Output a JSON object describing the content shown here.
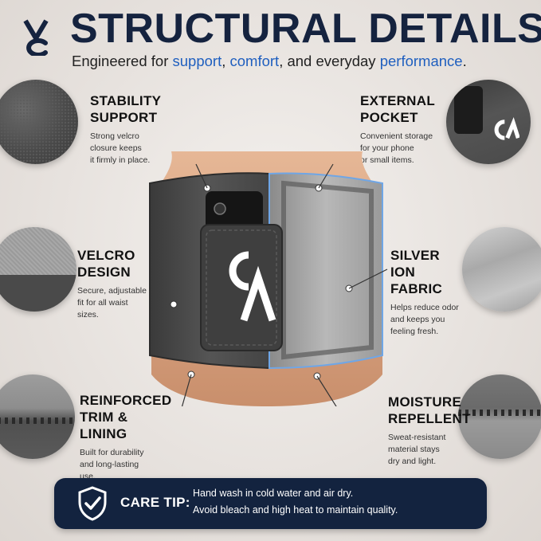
{
  "header": {
    "title": "STRUCTURAL DETAILS",
    "subtitle_parts": [
      "Engineered for ",
      "support",
      ", ",
      "comfort",
      ", and everyday ",
      "performance",
      "."
    ]
  },
  "brand": {
    "logo": "CA",
    "logo_icon": "ca-logo-icon"
  },
  "features": {
    "stability": {
      "title_1": "STABILITY",
      "title_2": "SUPPORT",
      "desc_1": "Strong velcro",
      "desc_2": "closure keeps",
      "desc_3": "it firmly in place."
    },
    "pocket": {
      "title_1": "EXTERNAL",
      "title_2": "POCKET",
      "desc_1": "Convenient storage",
      "desc_2": "for your phone",
      "desc_3": "or small items."
    },
    "velcro": {
      "title_1": "VELCRO",
      "title_2": "DESIGN",
      "desc_1": "Secure, adjustable",
      "desc_2": "fit for all waist",
      "desc_3": "sizes."
    },
    "silver": {
      "title_1": "SILVER ION",
      "title_2": "FABRIC",
      "desc_1": "Helps reduce odor",
      "desc_2": "and keeps you",
      "desc_3": "feeling fresh."
    },
    "trim": {
      "title_1": "REINFORCED",
      "title_2": "TRIM & LINING",
      "desc_1": "Built for durability",
      "desc_2": "and long-lasting",
      "desc_3": "use."
    },
    "moisture": {
      "title_1": "MOISTURE",
      "title_2": "REPELLENT",
      "desc_1": "Sweat-resistant",
      "desc_2": "material stays",
      "desc_3": "dry and light."
    }
  },
  "care_tip": {
    "label": "CARE TIP:",
    "line_1": "Hand wash in cold water and air dry.",
    "line_2": "Avoid bleach and high heat to maintain quality.",
    "icon": "shield-check-icon"
  },
  "colors": {
    "navy": "#15233f",
    "accent_blue": "#1f5fbf",
    "belt_gray": "#4a4a4a",
    "background": "#e9e5e2"
  }
}
